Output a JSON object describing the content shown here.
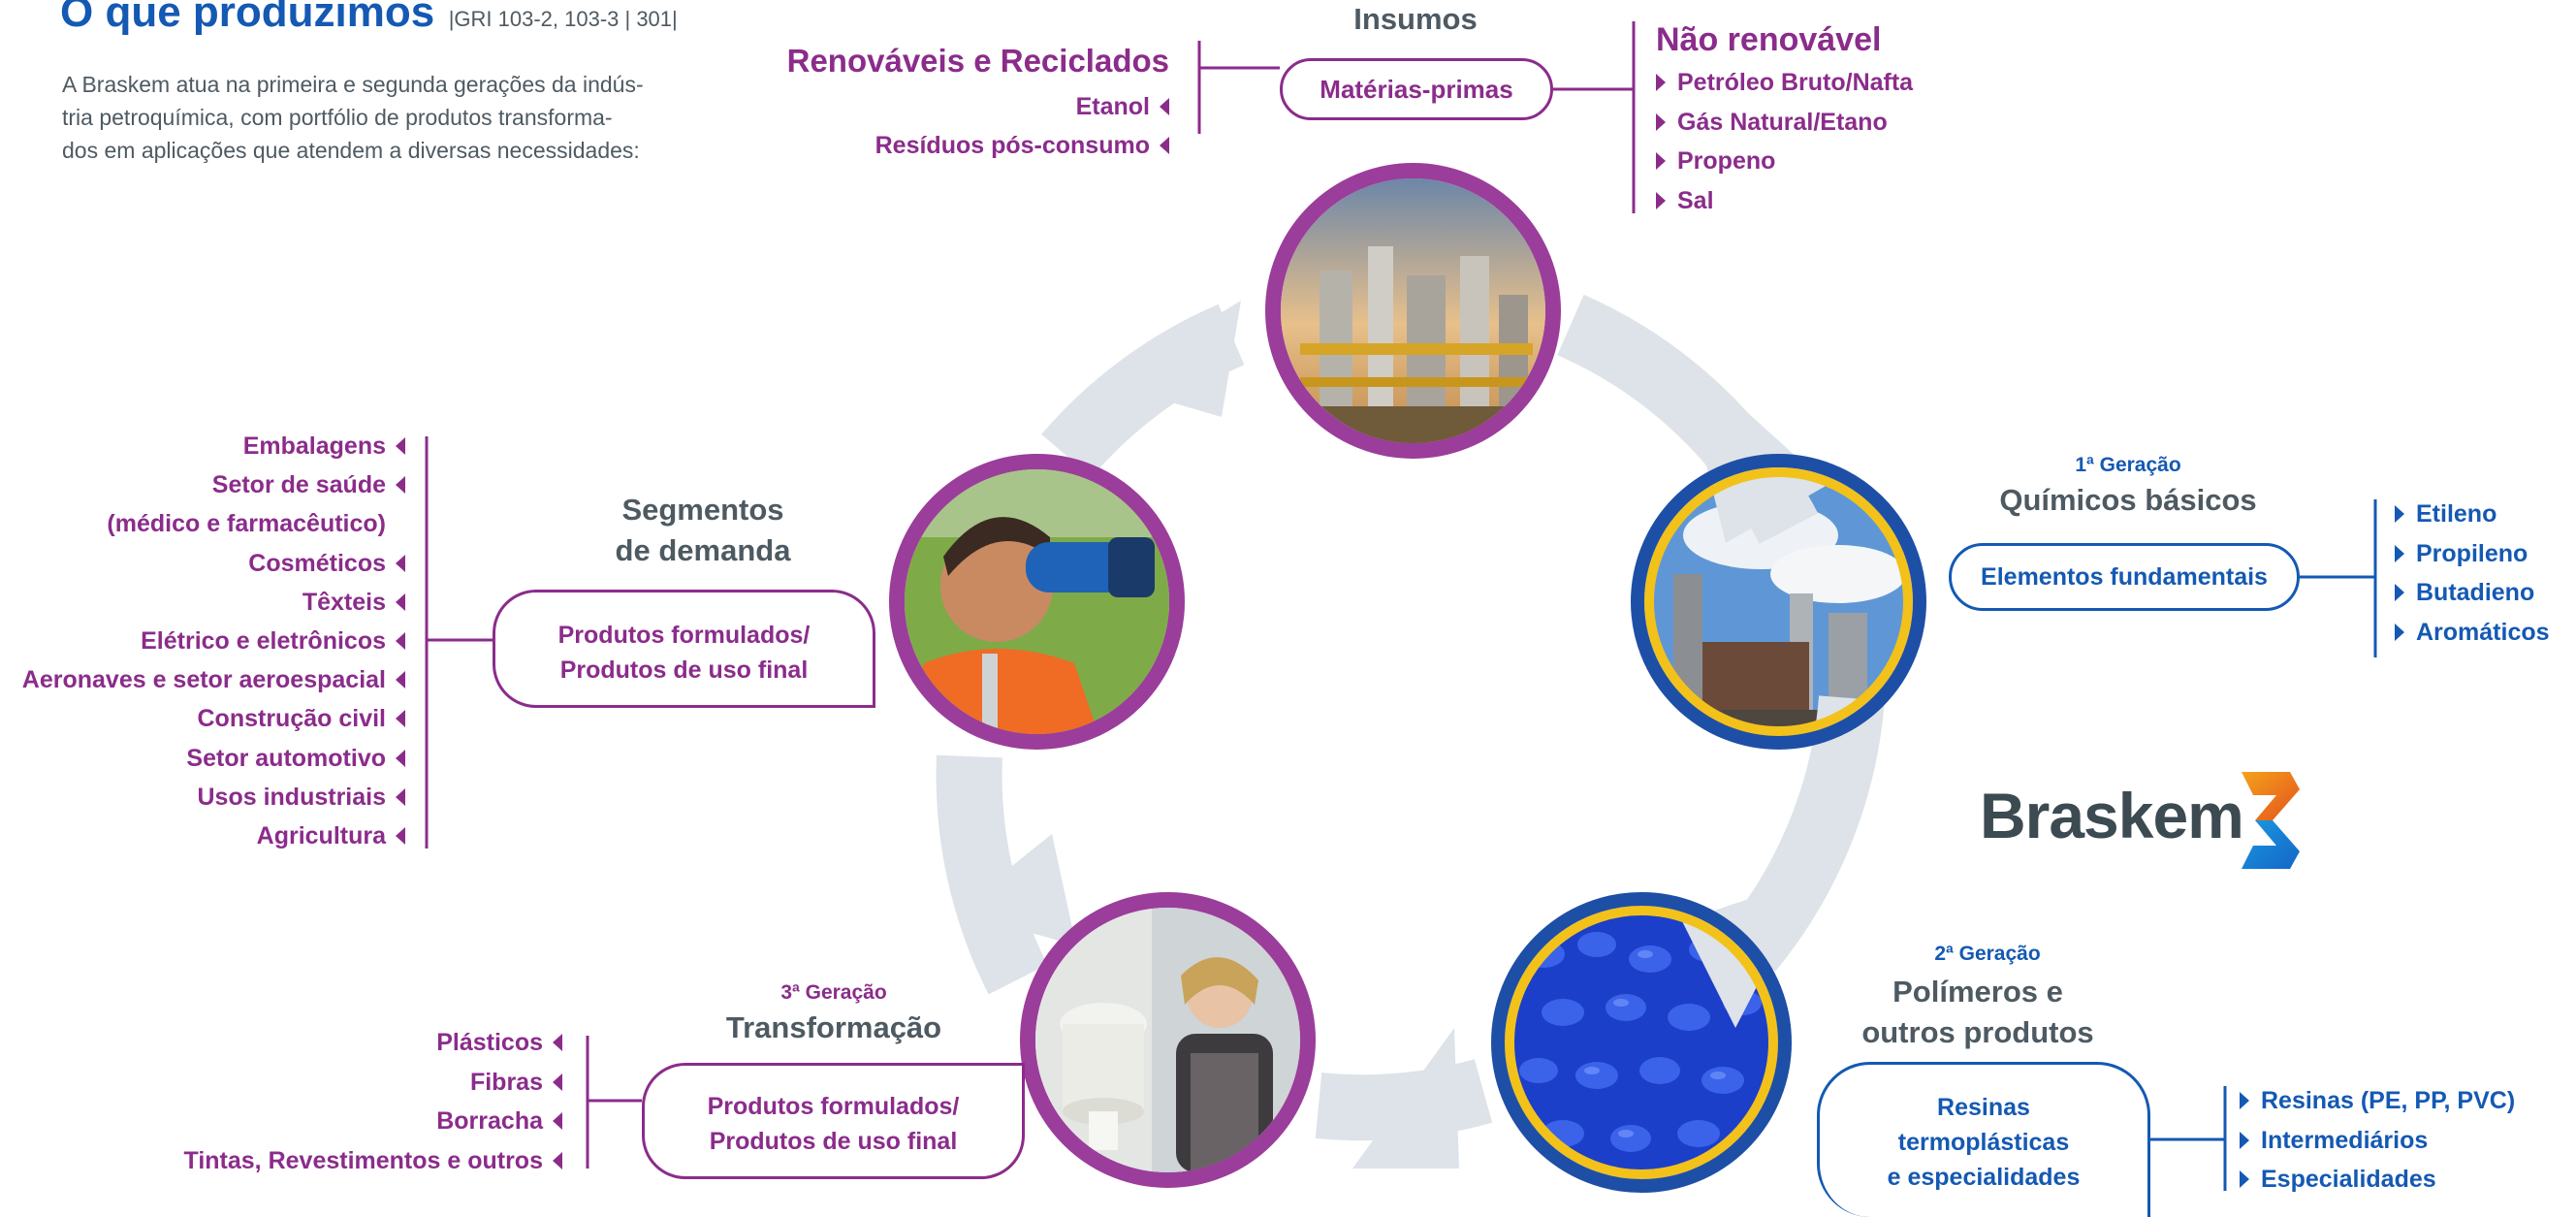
{
  "header": {
    "title": "O que produzimos",
    "gri": "|GRI 103-2, 103-3 | 301|",
    "intro_lines": [
      "A Braskem atua na primeira e segunda gerações da indús-",
      "tria petroquímica, com portfólio de produtos transforma-",
      "dos em aplicações que atendem a diversas necessidades:"
    ]
  },
  "insumos": {
    "title": "Insumos",
    "pill": "Matérias-primas",
    "renewables_title": "Renováveis e Reciclados",
    "renewables": [
      "Etanol",
      "Resíduos pós-consumo"
    ],
    "nonrenewable_title": "Não renovável",
    "nonrenewable": [
      "Petróleo Bruto/Nafta",
      "Gás Natural/Etano",
      "Propeno",
      "Sal"
    ]
  },
  "first_gen": {
    "generation": "1ª Geração",
    "title": "Químicos básicos",
    "pill": "Elementos fundamentais",
    "items": [
      "Etileno",
      "Propileno",
      "Butadieno",
      "Aromáticos"
    ]
  },
  "second_gen": {
    "generation": "2ª Geração",
    "title_lines": [
      "Polímeros e",
      "outros produtos"
    ],
    "pill_lines": [
      "Resinas",
      "termoplásticas",
      "e especialidades"
    ],
    "items": [
      "Resinas (PE, PP, PVC)",
      "Intermediários",
      "Especialidades"
    ]
  },
  "third_gen": {
    "generation": "3ª Geração",
    "title": "Transformação",
    "pill_lines": [
      "Produtos formulados/",
      "Produtos de uso final"
    ],
    "items": [
      "Plásticos",
      "Fibras",
      "Borracha",
      "Tintas, Revestimentos e outros"
    ]
  },
  "demand": {
    "title_lines": [
      "Segmentos",
      "de demanda"
    ],
    "pill_lines": [
      "Produtos formulados/",
      "Produtos de uso final"
    ],
    "items": [
      "Embalagens",
      "Setor de saúde",
      "(médico e farmacêutico)",
      "Cosméticos",
      "Têxteis",
      "Elétrico e eletrônicos",
      "Aeronaves e setor aeroespacial",
      "Construção civil",
      "Setor automotivo",
      "Usos industriais",
      "Agricultura"
    ]
  },
  "brand": {
    "name": "Braskem"
  },
  "colors": {
    "purple": "#8b2c8b",
    "blue": "#1459b3",
    "gray_text": "#4e5a62",
    "cycle_arrows": "#dde3e8",
    "gold_ring": "#f2c21b"
  },
  "icons": {
    "list_marker_left": "triangle-left-icon",
    "list_marker_right": "triangle-right-icon",
    "photos": [
      "refinery-photo",
      "petrochemical-plant-photo",
      "blue-pellets-photo",
      "worker-pouring-photo",
      "child-drinking-photo"
    ]
  }
}
